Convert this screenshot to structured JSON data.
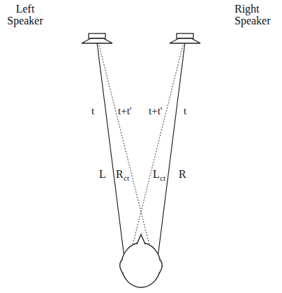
{
  "diagram": {
    "nodes": [
      {
        "text": [
          "Left Speaker"
        ]
      },
      {
        "text": [
          "Right Speaker"
        ]
      }
    ],
    "labels": [
      "t",
      "t+t'",
      "t+t'",
      "t",
      "L",
      "R",
      "ct",
      "L",
      "ct",
      "R"
    ]
  }
}
